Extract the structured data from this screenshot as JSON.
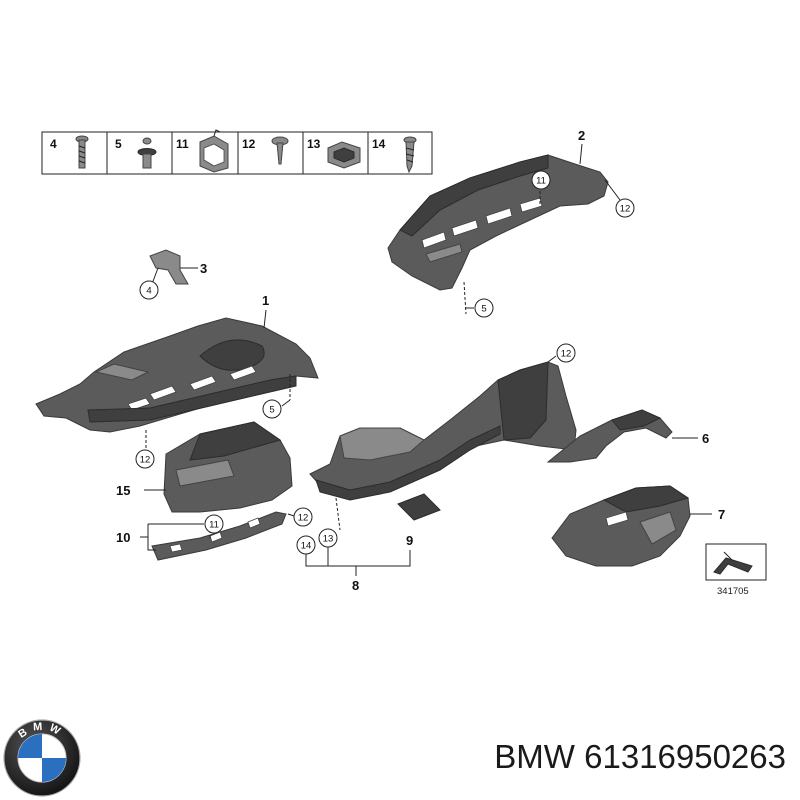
{
  "legend": [
    {
      "num": "4",
      "icon": "bolt-icon"
    },
    {
      "num": "5",
      "icon": "expansion-rivet-icon"
    },
    {
      "num": "11",
      "icon": "clip-icon"
    },
    {
      "num": "12",
      "icon": "screw-icon"
    },
    {
      "num": "13",
      "icon": "spring-nut-icon"
    },
    {
      "num": "14",
      "icon": "self-tapping-screw-icon"
    }
  ],
  "callouts": {
    "p1": "1",
    "p2": "2",
    "p3": "3",
    "p6": "6",
    "p7": "7",
    "p8": "8",
    "p9": "9",
    "p10": "10",
    "p15": "15"
  },
  "circles": {
    "c4": "4",
    "c5a": "5",
    "c5b": "5",
    "c11a": "11",
    "c11b": "11",
    "c12a": "12",
    "c12b": "12",
    "c12c": "12",
    "c12d": "12",
    "c13": "13",
    "c14": "14"
  },
  "reference_number": "341705",
  "caption": {
    "brand": "BMW",
    "part_number": "61316950263"
  },
  "logo": {
    "letters": [
      "B",
      "M",
      "W"
    ],
    "colors": {
      "blue": "#2a6fc0",
      "white": "#ffffff",
      "ring": "#1c1c1c"
    }
  }
}
